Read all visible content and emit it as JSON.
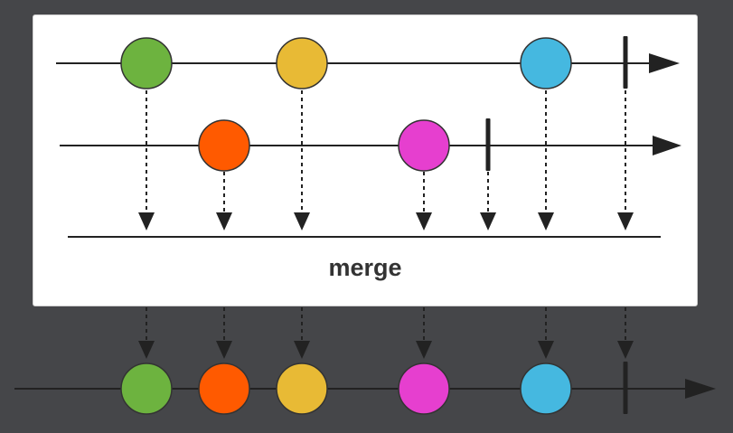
{
  "operator": {
    "name": "merge"
  },
  "colors": {
    "background": "#454649",
    "box": "#ffffff",
    "line": "#222222",
    "green": "#6db33f",
    "orange": "#ff5a00",
    "yellow": "#e8ba35",
    "magenta": "#e63fcf",
    "cyan": "#45b8e0"
  },
  "streams": {
    "input_1": {
      "items": [
        {
          "id": "green",
          "color": "#6db33f"
        },
        {
          "id": "yellow",
          "color": "#e8ba35"
        },
        {
          "id": "cyan",
          "color": "#45b8e0"
        }
      ],
      "completes": true
    },
    "input_2": {
      "items": [
        {
          "id": "orange",
          "color": "#ff5a00"
        },
        {
          "id": "magenta",
          "color": "#e63fcf"
        }
      ],
      "completes": true
    },
    "output": {
      "items": [
        {
          "id": "green",
          "color": "#6db33f"
        },
        {
          "id": "orange",
          "color": "#ff5a00"
        },
        {
          "id": "yellow",
          "color": "#e8ba35"
        },
        {
          "id": "magenta",
          "color": "#e63fcf"
        },
        {
          "id": "cyan",
          "color": "#45b8e0"
        }
      ],
      "completes": true
    }
  }
}
